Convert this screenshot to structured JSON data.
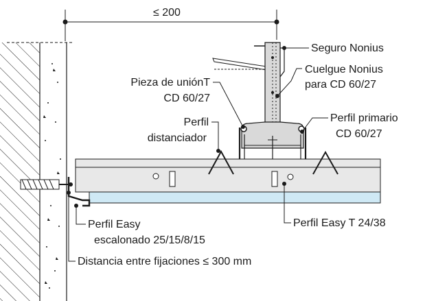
{
  "dimension": {
    "text": "≤ 200"
  },
  "labels": {
    "seguro_nonius": "Seguro Nonius",
    "cuelgue_line1": "Cuelgue Nonius",
    "cuelgue_line2": "para CD 60/27",
    "pieza_line1": "Pieza de uniónT",
    "pieza_line2": "CD 60/27",
    "perfil_prim_line1": "Perfil primario",
    "perfil_prim_line2": "CD 60/27",
    "distanciador_line1": "Perfil",
    "distanciador_line2": "distanciador",
    "easy_esc_line1": "Perfil Easy",
    "easy_esc_line2": "escalonado 25/15/8/15",
    "easy_t": "Perfil Easy T 24/38",
    "distancia": "Distancia entre fijaciones ≤ 300 mm"
  },
  "colors": {
    "line": "#1a1a1a",
    "panel_fill": "#e8e8e8",
    "panel_blue": "#cfe9f5",
    "hanger_fill": "#d9d9d9"
  }
}
